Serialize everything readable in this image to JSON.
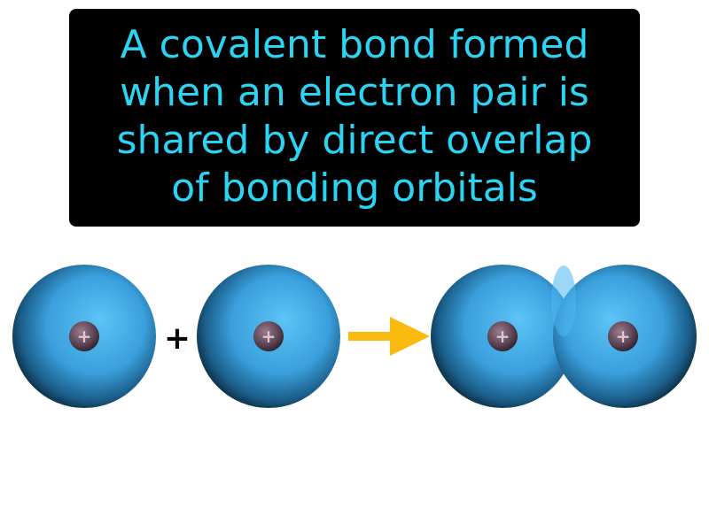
{
  "caption": {
    "lines": [
      "A covalent bond formed",
      "when an electron pair is",
      "shared by direct overlap",
      "of bonding orbitals"
    ]
  },
  "diagram": {
    "plus_sign": "+",
    "nucleus_symbol": "+",
    "colors": {
      "caption_text": "#2ad4f2",
      "caption_bg": "#000000",
      "orbital_light": "#55bff5",
      "orbital_mid": "#2f8fd0",
      "orbital_dark": "#0a2230",
      "arrow": "#f9b90f",
      "nucleus": "#5e4656"
    }
  }
}
